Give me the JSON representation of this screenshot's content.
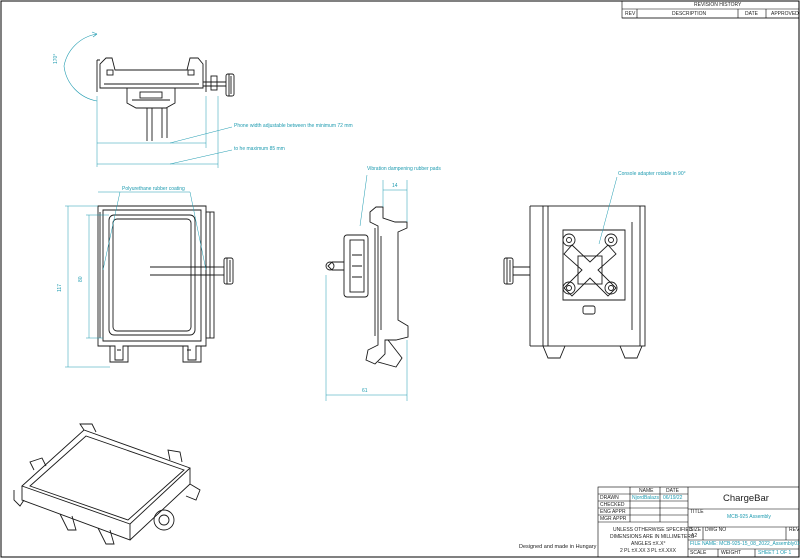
{
  "revision": {
    "title": "REVISION HISTORY",
    "columns": [
      "REV",
      "DESCRIPTION",
      "DATE",
      "APPROVED"
    ]
  },
  "annotations": {
    "phone_width": "Phone width adjustable between the minimum 72 mm",
    "phone_max": "to he maximum 85 mm",
    "rubber_coating": "Polyurethane rubber coating",
    "vibration_pads": "Vibration dampening rubber pads",
    "console_adapter": "Console adapter rotable in 90°"
  },
  "dimensions": {
    "angle": "170°",
    "height_outer": "117",
    "height_inner": "80",
    "depth_top": "14",
    "depth_bottom": "61"
  },
  "footer_note": "Designed and made in Hungary",
  "title_block": {
    "name_header": "NAME",
    "date_header": "DATE",
    "rows": [
      "DRAWN",
      "CHECKED",
      "ENG APPR",
      "MGR APPR"
    ],
    "drawn_name": "NjordBalazs",
    "drawn_date": "06/19/22",
    "tolerance_lines": [
      "UNLESS OTHERWISE SPECIFIED",
      "DIMENSIONS ARE IN MILLIMETERS",
      "ANGLES ±X.X°",
      "2 PL ±X.XX  3 PL ±X.XXX"
    ],
    "company": "ChargeBar",
    "title_label": "TITLE",
    "title": "MCB-925 Assembly",
    "size_label": "SIZE",
    "size_value": "A2",
    "dwg_label": "DWG NO",
    "rev_label": "REV",
    "file_name": "FILE NAME: MCB-925-15_08_2022_Assembly01",
    "scale_label": "SCALE",
    "weight_label": "WEIGHT",
    "sheet": "SHEET 1 OF 1"
  },
  "colors": {
    "line": "#1a1a1a",
    "dimension": "#1e9bb0",
    "border": "#000000"
  }
}
